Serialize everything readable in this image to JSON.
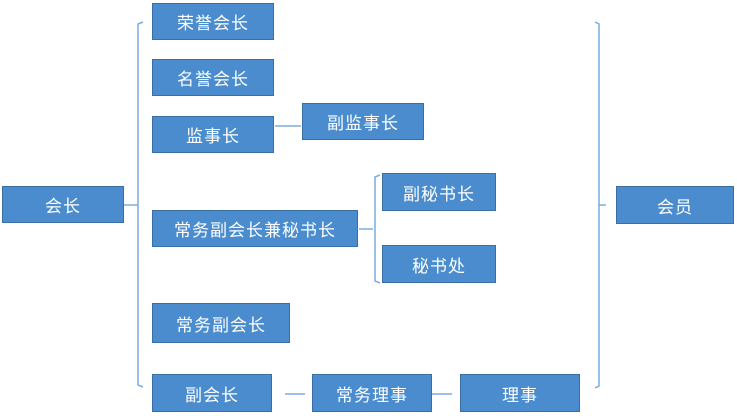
{
  "colors": {
    "box_fill": "#4a8ccd",
    "box_border": "#3a6fa3",
    "connector": "#7aaedc",
    "text": "#ffffff"
  },
  "nodes": {
    "president": "会长",
    "honorary_president_1": "荣誉会长",
    "honorary_president_2": "名誉会长",
    "supervisor": "监事长",
    "vice_supervisor": "副监事长",
    "exec_vp_secretary_general": "常务副会长兼秘书长",
    "deputy_secretary_general": "副秘书长",
    "secretariat": "秘书处",
    "exec_vp": "常务副会长",
    "vp": "副会长",
    "exec_director": "常务理事",
    "director": "理事",
    "members": "会员"
  }
}
